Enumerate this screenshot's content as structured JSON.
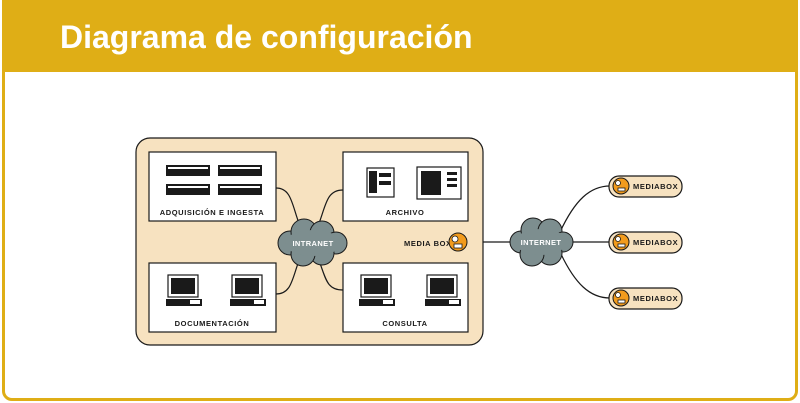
{
  "header": {
    "title": "Diagrama de configuración"
  },
  "diagram": {
    "boxes": {
      "ingesta": "ADQUISICIÓN E INGESTA",
      "archivo": "ARCHIVO",
      "documentacion": "DOCUMENTACIÓN",
      "consulta": "CONSULTA"
    },
    "clouds": {
      "intranet": "INTRANET",
      "internet": "INTERNET"
    },
    "mediabox_local": "MEDIA BOX",
    "mediabox_remote": [
      "MEDIABOX",
      "MEDIABOX",
      "MEDIABOX"
    ]
  },
  "colors": {
    "accent": "#DFAE16",
    "area_bg": "#F7E2C0",
    "cloud": "#7D8E8F"
  }
}
